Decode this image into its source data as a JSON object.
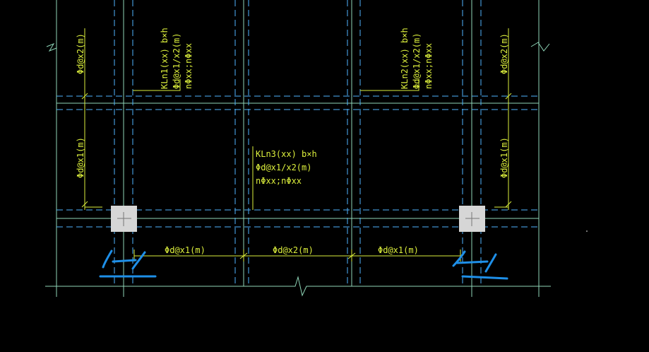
{
  "colors": {
    "background": "#000000",
    "axis_line": "#8fd6b8",
    "beam_edge": "#4fb4ff",
    "annotation": "#dcef3c",
    "column_fill": "#d6d6d6",
    "markup_pen": "#1e8fe8",
    "break_symbol": "#8fd6b8"
  },
  "labels": {
    "beam_kln1": {
      "line1": "KLn1(xx) b×h",
      "line2": "Φd@x1/x2(m)",
      "line3": "nΦxx;nΦxx"
    },
    "beam_kln2": {
      "line1": "KLn2(xx) b×h",
      "line2": "Φd@x1/x2(m)",
      "line3": "nΦxx;nΦxx"
    },
    "beam_kln3": {
      "line1": "KLn3(xx) b×h",
      "line2": "Φd@x1/x2(m)",
      "line3": "nΦxx;nΦxx"
    },
    "left_upper_spacing": "Φd@x2(m)",
    "left_lower_spacing": "Φd@x1(m)",
    "right_upper_spacing": "Φd@x2(m)",
    "right_lower_spacing": "Φd@x1(m)",
    "bottom_left_spacing": "Φd@x1(m)",
    "bottom_middle_spacing": "Φd@x2(m)",
    "bottom_right_spacing": "Φd@x1(m)"
  }
}
